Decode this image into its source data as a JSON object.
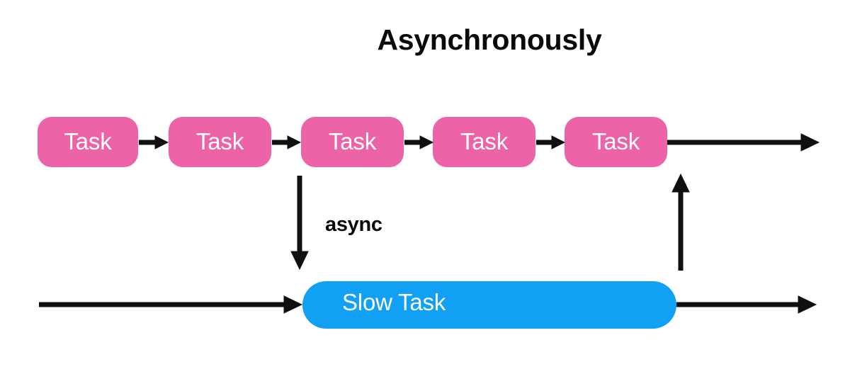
{
  "diagram": {
    "title": "Asynchronously",
    "background_color": "#ffffff",
    "title_color": "#0a0a0a",
    "task_color": "#ed63a8",
    "slow_task_color": "#12a0f5",
    "arrow_color": "#101010",
    "label_color": "#ffffff"
  },
  "tasks": [
    {
      "label": "Task"
    },
    {
      "label": "Task"
    },
    {
      "label": "Task"
    },
    {
      "label": "Task"
    },
    {
      "label": "Task"
    }
  ],
  "slow_task": {
    "label": "Slow Task"
  },
  "annotations": {
    "async": "async"
  },
  "flow": {
    "connector_count": 4,
    "branch_label": "async",
    "return_direction": "up",
    "main_direction": "right"
  }
}
